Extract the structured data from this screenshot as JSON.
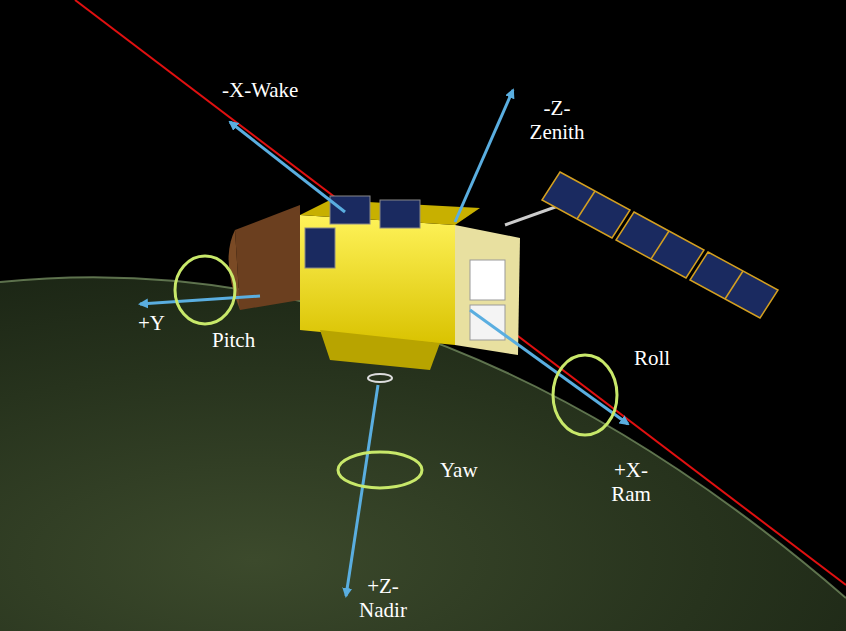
{
  "diagram": {
    "labels": [
      "-X-Wake",
      "-Z- Zenith",
      "+Y",
      "Pitch",
      "Roll",
      "Yaw",
      "+X- Ram",
      "+Z- Nadir"
    ]
  }
}
